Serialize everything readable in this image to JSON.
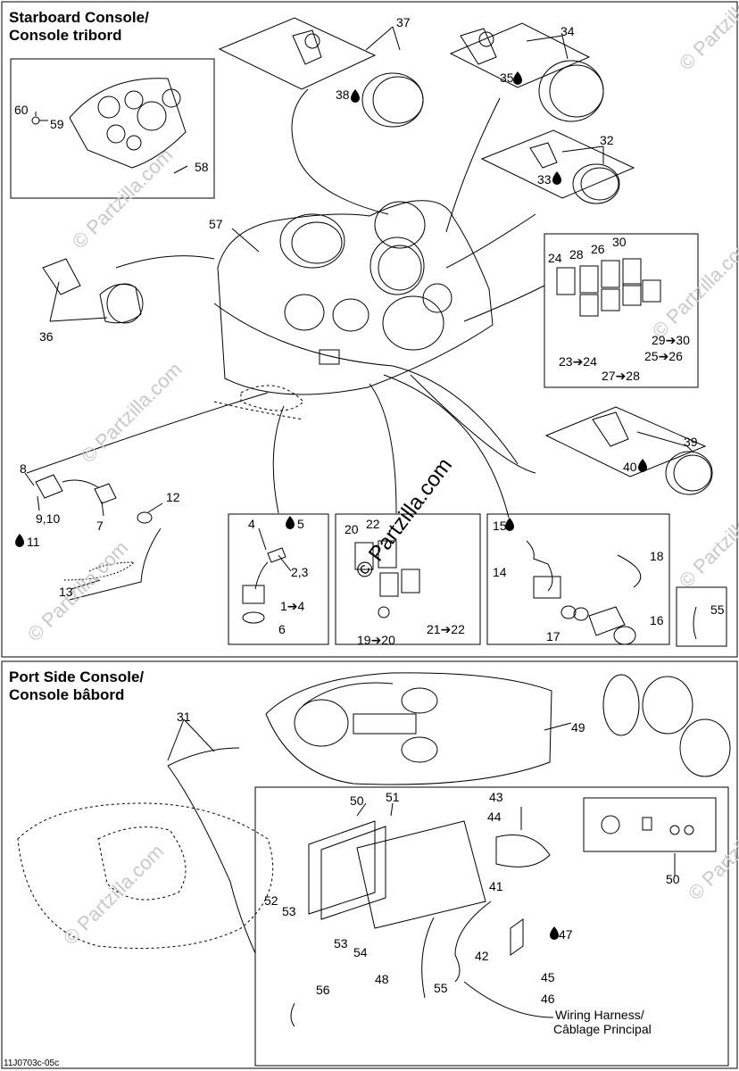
{
  "sections": {
    "starboard": {
      "title_line1": "Starboard Console/",
      "title_line2": "Console tribord"
    },
    "port": {
      "title_line1": "Port Side Console/",
      "title_line2": "Console bâbord"
    }
  },
  "watermark": {
    "text": "© Partzilla.com"
  },
  "figure_code": "11J0703c-05c",
  "wiring_harness": {
    "line1": "Wiring Harness/",
    "line2": "Câblage Principal"
  },
  "callouts": {
    "c37": "37",
    "c38": "38",
    "c34": "34",
    "c35": "35",
    "c32": "32",
    "c33": "33",
    "c60": "60",
    "c59": "59",
    "c58": "58",
    "c57": "57",
    "c36": "36",
    "c24": "24",
    "c28": "28",
    "c26": "26",
    "c30": "30",
    "c23": "23➔24",
    "c27": "27➔28",
    "c25": "25➔26",
    "c29": "29➔30",
    "c39": "39",
    "c40": "40",
    "c8": "8",
    "c9": "9,10",
    "c7": "7",
    "c11": "11",
    "c12": "12",
    "c13": "13",
    "c4": "4",
    "c5": "5",
    "c23b": "2,3",
    "c1": "1➔4",
    "c6": "6",
    "c20": "20",
    "c22": "22",
    "c21": "21➔22",
    "c19": "19➔20",
    "c15": "15",
    "c18": "18",
    "c14": "14",
    "c17": "17",
    "c16": "16",
    "c55a": "55",
    "c31": "31",
    "c49": "49",
    "c50a": "50",
    "c51": "51",
    "c43": "43",
    "c44": "44",
    "c50b": "50",
    "c41": "41",
    "c47": "47",
    "c42": "42",
    "c45": "45",
    "c46": "46",
    "c52": "52",
    "c53a": "53",
    "c53b": "53",
    "c54": "54",
    "c48": "48",
    "c55b": "55",
    "c56": "56"
  }
}
